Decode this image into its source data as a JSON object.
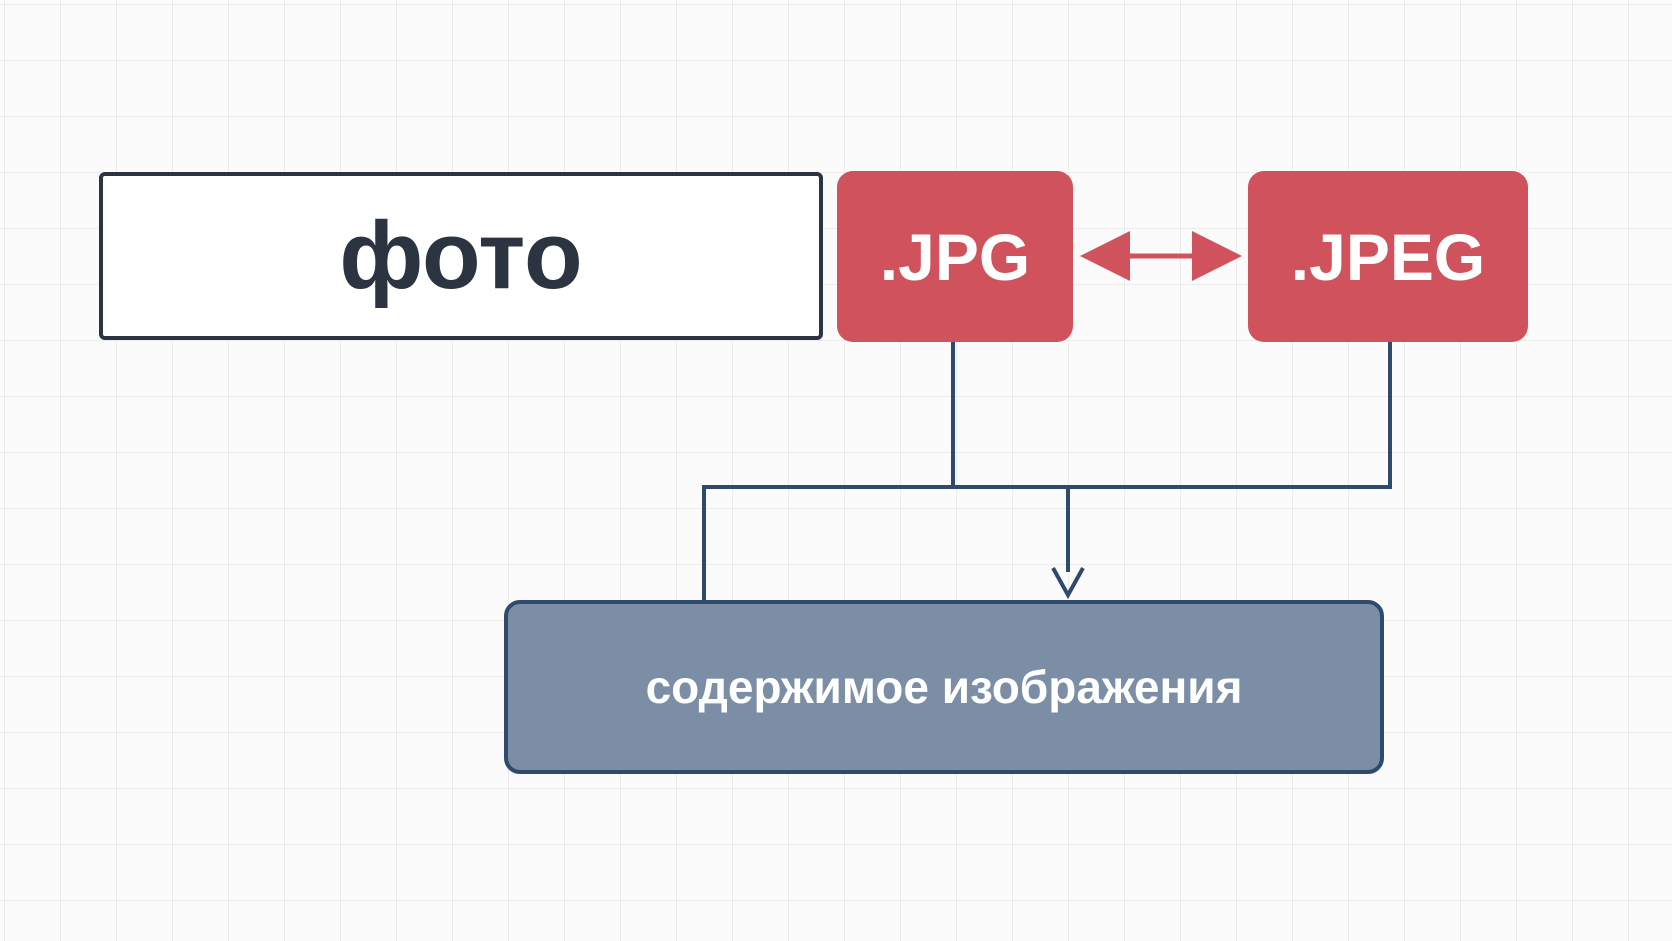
{
  "diagram": {
    "nodes": {
      "foto": {
        "label": "фото"
      },
      "jpg": {
        "label": ".JPG"
      },
      "jpeg": {
        "label": ".JPEG"
      },
      "content": {
        "label": "содержимое изображения"
      }
    },
    "edges": [
      {
        "from": "jpg",
        "to": "jpeg",
        "style": "double-arrow"
      },
      {
        "from": "jpg",
        "to": "content",
        "style": "line-merge"
      },
      {
        "from": "jpeg",
        "to": "content",
        "style": "line-merge"
      },
      {
        "from": "merge",
        "to": "content",
        "style": "arrow"
      }
    ]
  },
  "colors": {
    "accent_red": "#d0525d",
    "content_fill": "#7b8ea5",
    "content_border": "#2f4a6b",
    "connector": "#2f4a6b",
    "text_dark": "#2b3440"
  }
}
